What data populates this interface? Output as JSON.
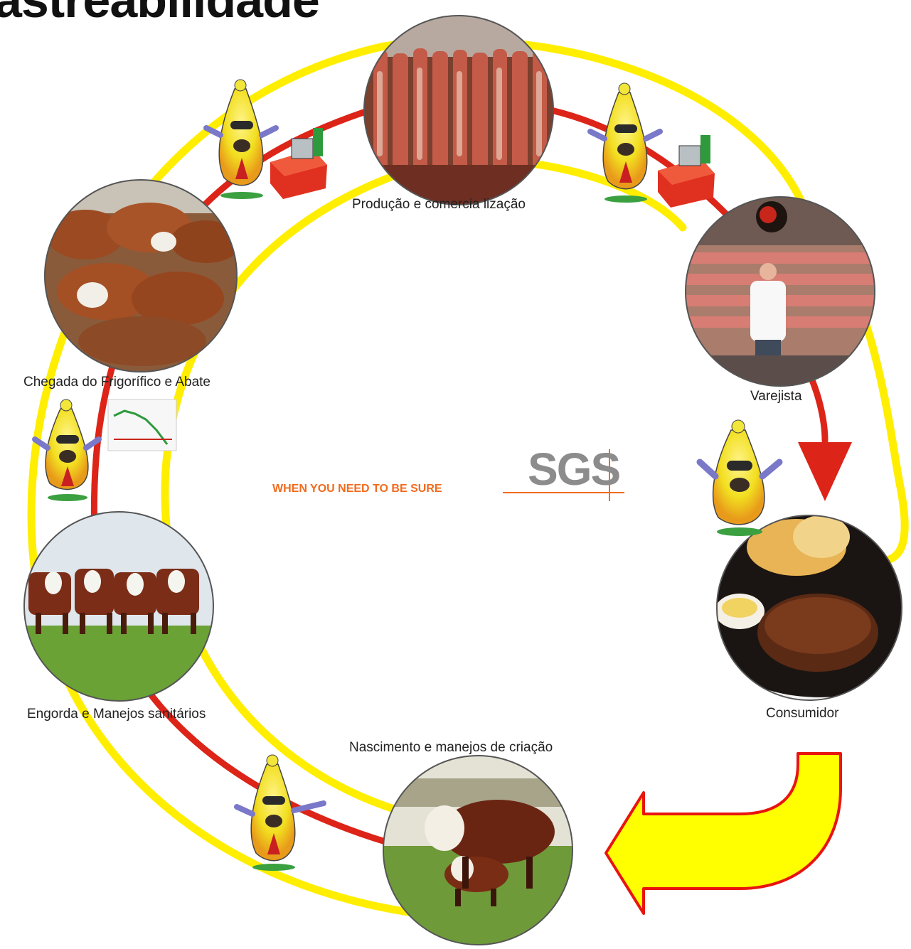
{
  "title": "astreabilidade",
  "stages": {
    "producao": "Produção e comercia lização",
    "chegada": "Chegada do Frigorífico e Abate",
    "varejista": "Varejista",
    "consumidor": "Consumidor",
    "engorda": "Engorda e Manejos sanitários",
    "nascimento": "Nascimento e manejos de  criação"
  },
  "brand": {
    "tagline": "WHEN YOU NEED TO BE SURE",
    "logo": "SGS"
  },
  "colors": {
    "yellow_ring": "#ffee00",
    "red_ring": "#dd2418",
    "arrow_fill": "#ffff00",
    "arrow_stroke": "#e8150f",
    "tagline": "#f26b1d",
    "logo": "#8c8c8c"
  },
  "icons": [
    "meat-carcass-photo",
    "cattle-pen-photo",
    "butcher-counter-photo",
    "steak-dish-photo",
    "herd-pasture-photo",
    "cow-calf-photo",
    "mascot-icon",
    "fax-machine-icon",
    "line-chart-icon",
    "down-arrow-icon",
    "return-arrow-icon"
  ]
}
